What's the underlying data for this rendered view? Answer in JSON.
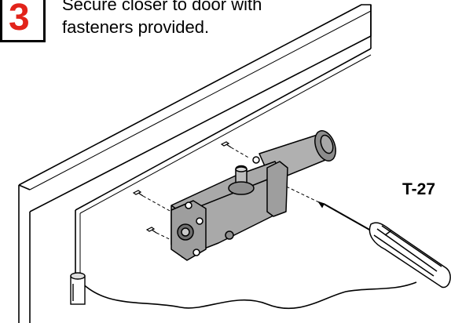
{
  "step": {
    "number": "3",
    "instruction_lines": [
      "Secure closer to door with",
      "fasteners provided."
    ]
  },
  "callout": {
    "tool_label": "T-27"
  },
  "colors": {
    "step_number": "#e2231a",
    "line": "#000000",
    "closer_body": "#a9a9a9",
    "closer_dark": "#6e6e6e",
    "handle": "#ffffff"
  },
  "icons": [
    "door-panel",
    "door-closer",
    "screw",
    "screwdriver",
    "hinge"
  ]
}
